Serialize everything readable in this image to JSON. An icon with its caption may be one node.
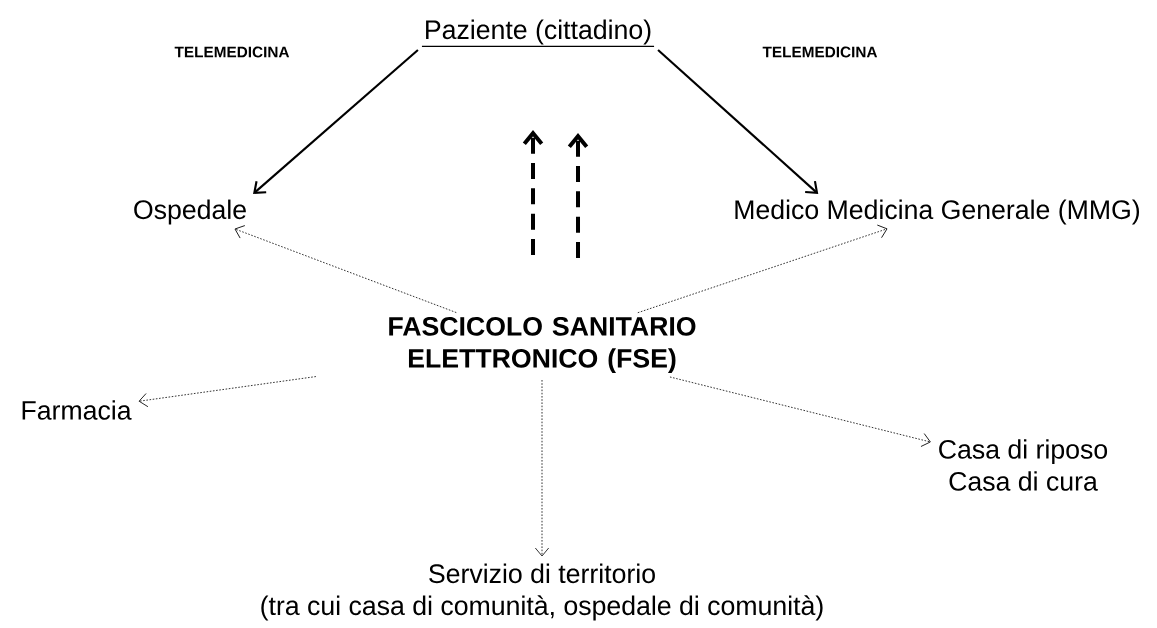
{
  "diagram": {
    "nodes": [
      {
        "text": [
          "Paziente (cittadino)"
        ]
      },
      {
        "text": [
          "Ospedale"
        ]
      },
      {
        "text": [
          "Medico Medicina Generale (MMG)"
        ]
      },
      {
        "text": [
          "FASCICOLO SANITARIO ELETTRONICO (FSE)"
        ]
      },
      {
        "text": [
          "Farmacia"
        ]
      },
      {
        "text": [
          "Casa di riposo",
          "Casa di cura"
        ]
      },
      {
        "text": [
          "Servizio di territorio",
          "(tra cui casa di comunità, ospedale di comunità)"
        ]
      }
    ],
    "edges": [
      {
        "from": 0,
        "to": 1,
        "arrow": "to"
      },
      {
        "from": 0,
        "to": 2,
        "arrow": "to"
      },
      {
        "from": 3,
        "to": 1,
        "arrow": "to",
        "style": "dashed"
      },
      {
        "from": 3,
        "to": 2,
        "arrow": "to",
        "style": "dashed"
      },
      {
        "from": 3,
        "to": 4,
        "arrow": "to",
        "style": "dashed"
      },
      {
        "from": 3,
        "to": 5,
        "arrow": "to",
        "style": "dashed"
      },
      {
        "from": 3,
        "to": 6,
        "arrow": "to",
        "style": "dashed"
      }
    ],
    "labels": [
      "TELEMEDICINA",
      "TELEMEDICINA"
    ]
  }
}
